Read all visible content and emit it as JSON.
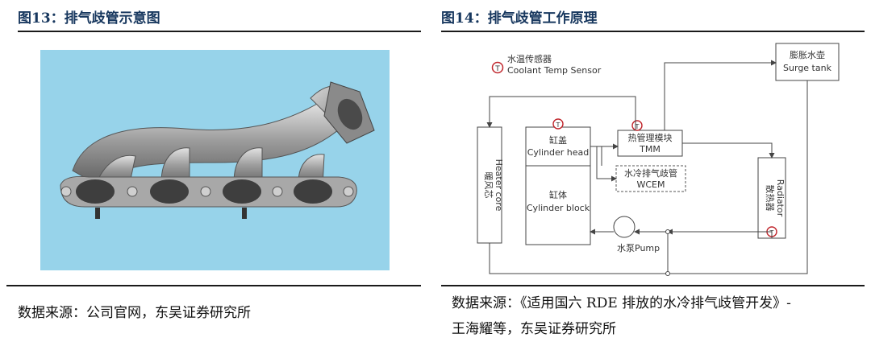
{
  "left_figure": {
    "title": "图13：排气歧管示意图",
    "source": "数据来源：公司官网，东吴证券研究所",
    "image_description": "gray four-port exhaust manifold on light blue background"
  },
  "right_figure": {
    "title": "图14：排气歧管工作原理",
    "source_line1": "数据来源：《适用国六 RDE 排放的水冷排气歧管开发》-",
    "source_line2": "王海耀等，东吴证券研究所",
    "legend": {
      "symbol": "T",
      "label_cn": "水温传感器",
      "label_en": "Coolant Temp Sensor"
    },
    "nodes": {
      "surge_tank": {
        "cn": "膨胀水壶",
        "en": "Surge tank"
      },
      "tmm": {
        "cn": "热管理模块",
        "en": "TMM"
      },
      "cylinder_head": {
        "cn": "缸盖",
        "en": "Cylinder head"
      },
      "cylinder_block": {
        "cn": "缸体",
        "en": "Cylinder block"
      },
      "wcem": {
        "cn": "水冷排气歧管",
        "en": "WCEM"
      },
      "heater_core": {
        "cn": "暖风芯",
        "en": "Heater core"
      },
      "radiator": {
        "cn": "散热器",
        "en": "Radiator"
      },
      "pump": {
        "cn": "水泵",
        "en": "Pump"
      }
    },
    "colors": {
      "sensor_red": "#c0262c",
      "line": "#444444"
    }
  }
}
